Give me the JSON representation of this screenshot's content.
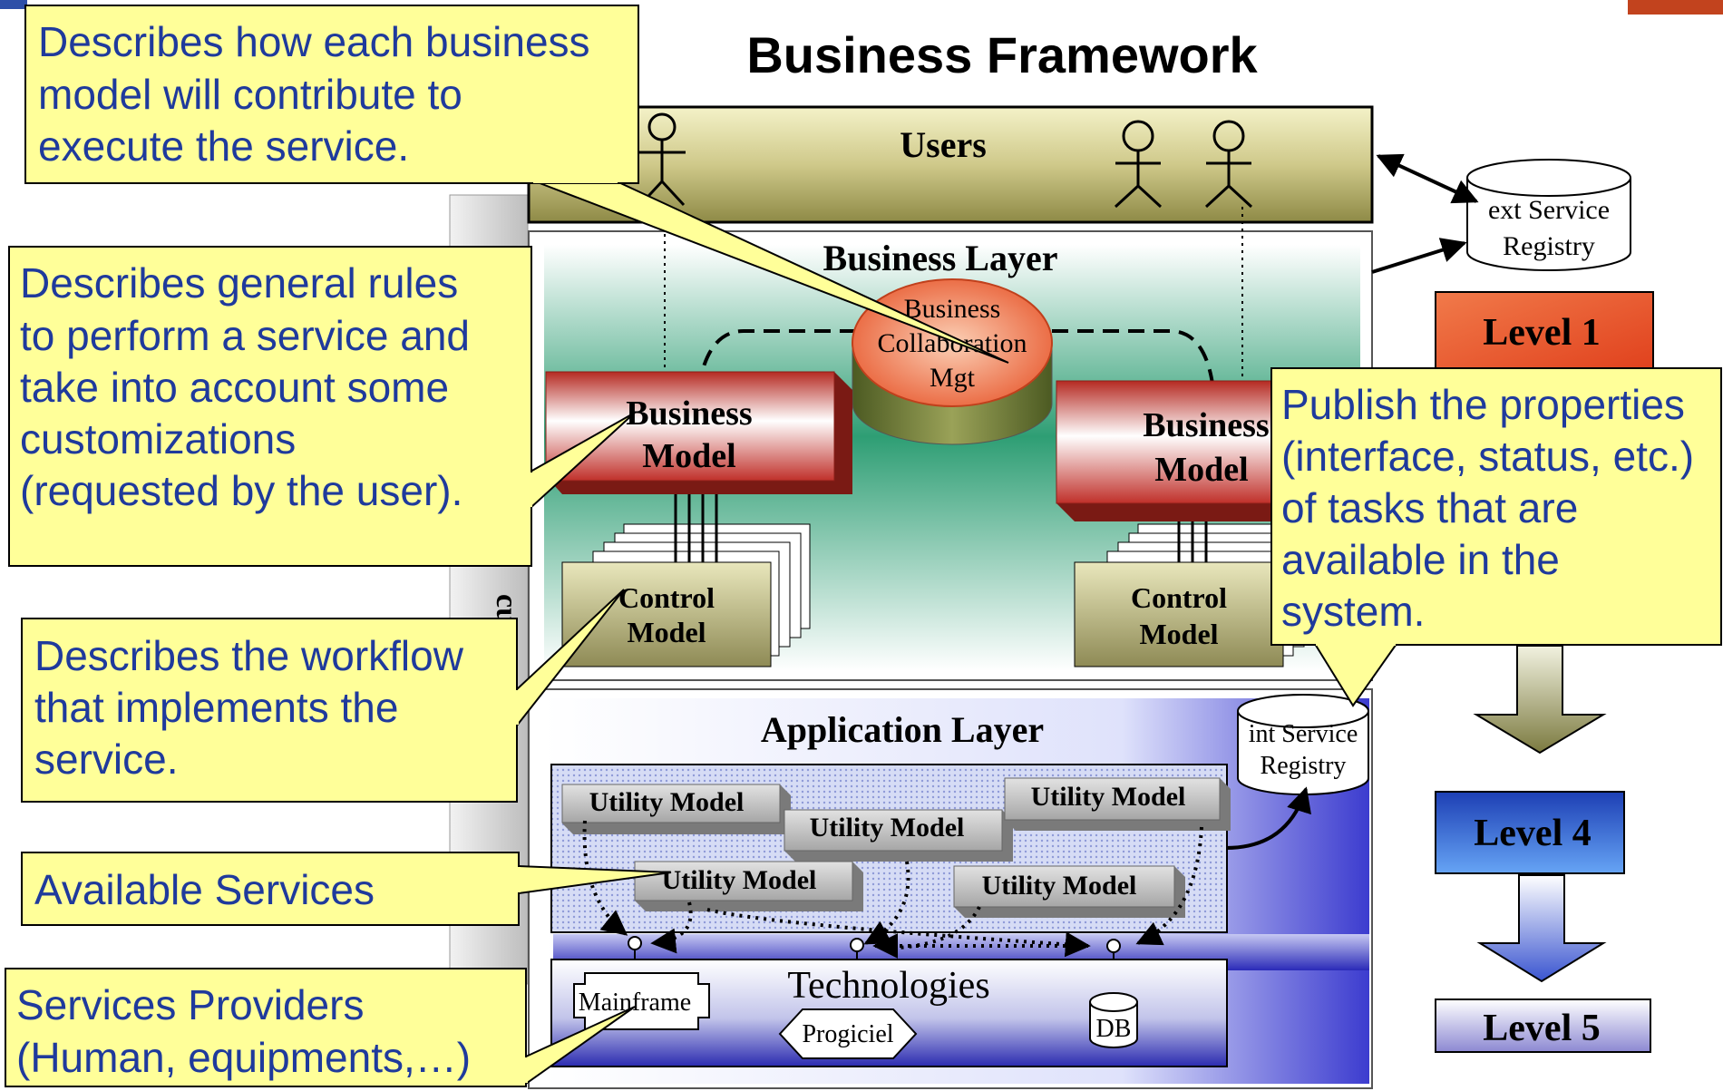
{
  "diagram": {
    "title": "Business Framework",
    "users_label": "Users",
    "business_layer_label": "Business Layer",
    "collab_mgt_label": "Business Collaboration Mgt",
    "business_model_label": "Business Model",
    "control_model_label": "Control Model",
    "application_layer_label": "Application Layer",
    "utility_model_label": "Utility Model",
    "technologies_label": "Technologies",
    "mainframe_label": "Mainframe",
    "progiciel_label": "Progiciel",
    "db_label": "DB",
    "ext_registry_label": "ext Service Registry",
    "int_registry_label": "int Service Registry",
    "side_bar_fragment": "cur",
    "levels": [
      "Level 1",
      "Level 4",
      "Level 5"
    ]
  },
  "callouts": {
    "contribute": "Describes how each business model will contribute to execute the service.",
    "general_rules": "Describes general rules to perform a service and take into account some customizations (requested by the user).",
    "workflow": "Describes the workflow that implements the service.",
    "available": "Available Services",
    "providers": "Services Providers (Human, equipments,…)",
    "publish": "Publish the properties (interface, status, etc.) of tasks that are available in the system."
  },
  "colors": {
    "callout_fill": "#ffff99",
    "callout_text": "#1f3a9c",
    "users_bar": "#c9c27a",
    "business_model_red": "#c0302a",
    "level1": "#e8502a",
    "level4": "#2b5fd0",
    "level5": "#8a86cf"
  }
}
